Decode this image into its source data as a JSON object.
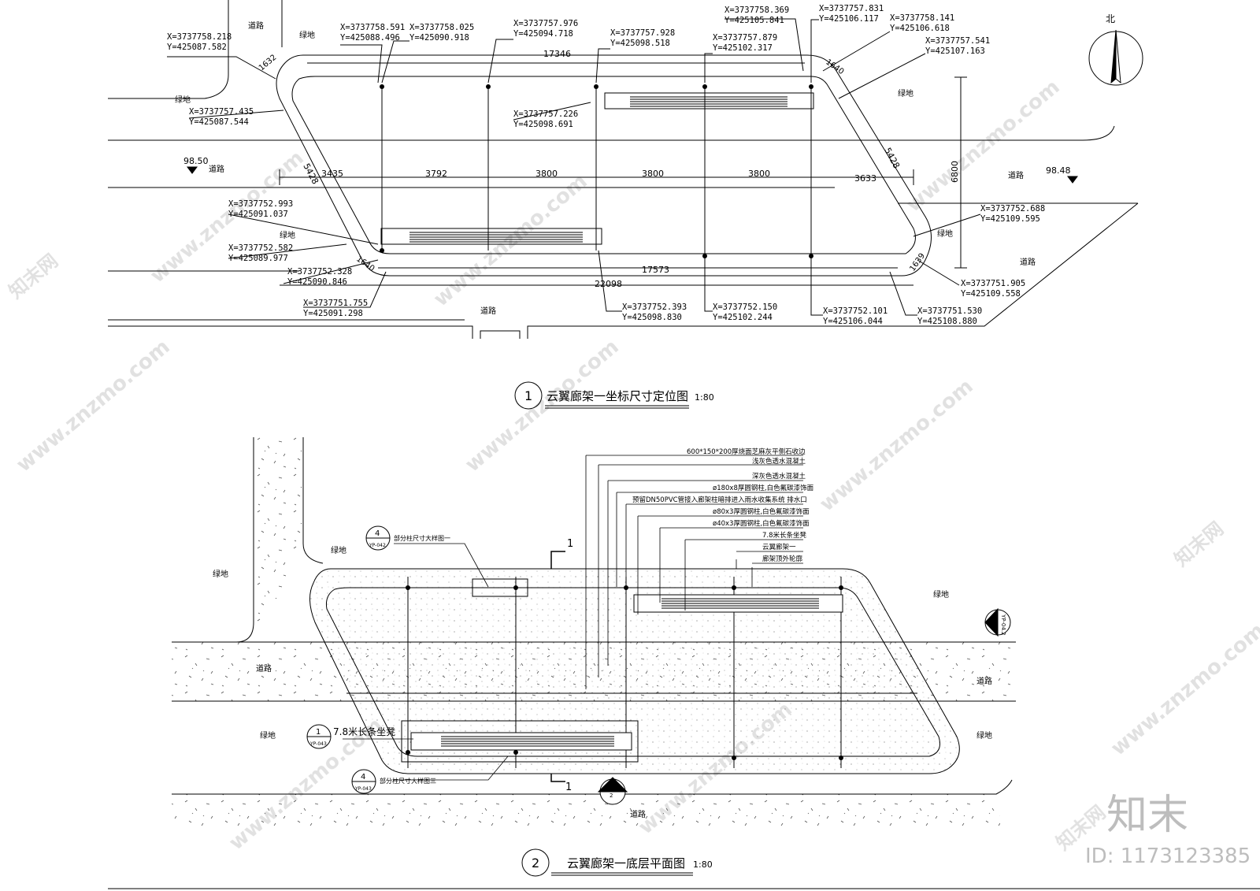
{
  "north": "北",
  "plan1": {
    "number": "1",
    "title": "云翼廊架一坐标尺寸定位图",
    "scale": "1:80",
    "labels": {
      "road": "道路",
      "green": "绿地"
    },
    "levels": [
      "98.50",
      "98.48"
    ],
    "dims": {
      "top": "17346",
      "bottom": "17573",
      "overall": "22098",
      "spans": [
        "3435",
        "3792",
        "3800",
        "3800",
        "3800",
        "3633"
      ],
      "height": "6800",
      "diag": [
        "5428",
        "5428"
      ],
      "arcs": [
        "1632",
        "1640",
        "1640",
        "1639"
      ]
    },
    "coords": [
      {
        "x": "X=3737758.218",
        "y": "Y=425087.582"
      },
      {
        "x": "X=3737758.591",
        "y": "Y=425088.496"
      },
      {
        "x": "X=3737758.025",
        "y": "Y=425090.918"
      },
      {
        "x": "X=3737757.976",
        "y": "Y=425094.718"
      },
      {
        "x": "X=3737757.928",
        "y": "Y=425098.518"
      },
      {
        "x": "X=3737757.879",
        "y": "Y=425102.317"
      },
      {
        "x": "X=3737758.369",
        "y": "Y=425105.841"
      },
      {
        "x": "X=3737757.831",
        "y": "Y=425106.117"
      },
      {
        "x": "X=3737758.141",
        "y": "Y=425106.618"
      },
      {
        "x": "X=3737757.541",
        "y": "Y=425107.163"
      },
      {
        "x": "X=3737757.435",
        "y": "Y=425087.544"
      },
      {
        "x": "X=3737757.226",
        "y": "Y=425098.691"
      },
      {
        "x": "X=3737752.993",
        "y": "Y=425091.037"
      },
      {
        "x": "X=3737752.582",
        "y": "Y=425089.977"
      },
      {
        "x": "X=3737752.328",
        "y": "Y=425090.846"
      },
      {
        "x": "X=3737751.755",
        "y": "Y=425091.298"
      },
      {
        "x": "X=3737752.393",
        "y": "Y=425098.830"
      },
      {
        "x": "X=3737752.150",
        "y": "Y=425102.244"
      },
      {
        "x": "X=3737752.101",
        "y": "Y=425106.044"
      },
      {
        "x": "X=3737751.530",
        "y": "Y=425108.880"
      },
      {
        "x": "X=3737752.688",
        "y": "Y=425109.595"
      },
      {
        "x": "X=3737751.905",
        "y": "Y=425109.558"
      }
    ]
  },
  "plan2": {
    "number": "2",
    "title": "云翼廊架一底层平面图",
    "scale": "1:80",
    "labels": {
      "road": "道路",
      "green": "绿地"
    },
    "section_mark": "1",
    "bench": "7.8米长条坐凳",
    "callouts": [
      {
        "num": "4",
        "sheet": "YP-042",
        "text": "部分柱尺寸大样图一"
      },
      {
        "num": "4",
        "sheet": "YP-043",
        "text": "部分柱尺寸大样图三"
      },
      {
        "num": "1",
        "sheet": "YP-043",
        "text": ""
      }
    ],
    "section_symbols": [
      {
        "num": "2",
        "sheet": "YP-04.2"
      },
      {
        "num": "2",
        "sheet": "YP-04.2"
      }
    ],
    "notes": [
      "600*150*200厚烧面芝麻灰平侧石收边",
      "浅灰色透水混凝土",
      "深灰色透水混凝土",
      "ø180x8厚圆钢柱,白色氟碳漆饰面",
      "预留DN50PVC管接入廊架柱暗排进入雨水收集系统 排水口",
      "ø80x3厚圆钢柱,白色氟碳漆饰面",
      "ø40x3厚圆钢柱,白色氟碳漆饰面",
      "7.8米长条坐凳",
      "云翼廊架一",
      "廊架顶外轮廓"
    ]
  },
  "watermark": {
    "site": "www.znzmo.com",
    "brand": "知末网",
    "logo": "知末",
    "id": "ID: 1173123385"
  }
}
